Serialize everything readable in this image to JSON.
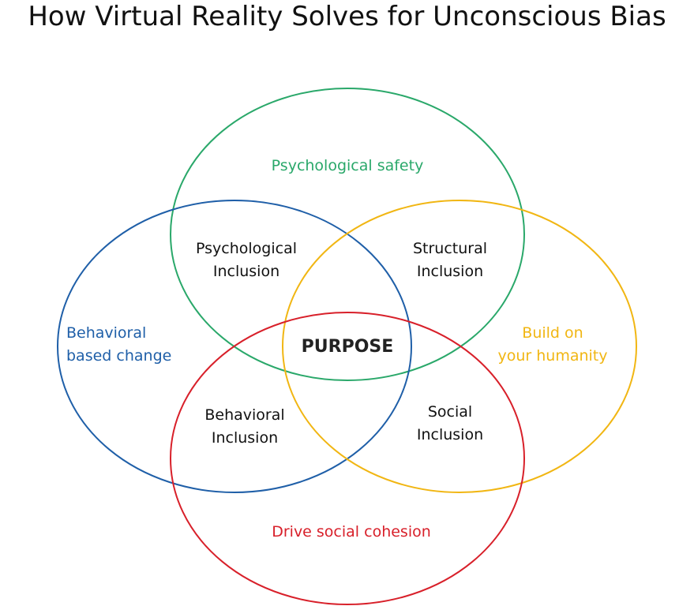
{
  "title": "How Virtual Reality Solves for Unconscious Bias",
  "colors": {
    "green": "#2aa86a",
    "blue": "#1f5fa8",
    "yellow": "#f1b613",
    "red": "#d8202a",
    "text": "#111111"
  },
  "circles": {
    "top": {
      "label": "Psychological safety"
    },
    "left": {
      "label_line1": "Behavioral",
      "label_line2": "based change"
    },
    "right": {
      "label_line1": "Build on",
      "label_line2": "your humanity"
    },
    "bottom": {
      "label": "Drive social cohesion"
    }
  },
  "intersections": {
    "top_left": {
      "line1": "Psychological",
      "line2": "Inclusion"
    },
    "top_right": {
      "line1": "Structural",
      "line2": "Inclusion"
    },
    "bottom_left": {
      "line1": "Behavioral",
      "line2": "Inclusion"
    },
    "bottom_right": {
      "line1": "Social",
      "line2": "Inclusion"
    },
    "center": "PURPOSE"
  }
}
